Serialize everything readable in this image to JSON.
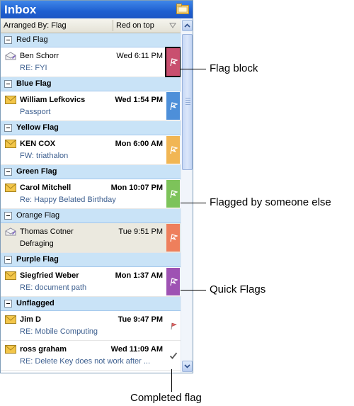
{
  "pane": {
    "title": "Inbox",
    "arranged_by": "Arranged By: Flag",
    "sort_order": "Red on top"
  },
  "groups": [
    {
      "label": "Red Flag",
      "bold": false,
      "messages": [
        {
          "sender": "Ben Schorr",
          "time": "Wed 6:11 PM",
          "subject": "RE: FYI",
          "flag_color": "#c94f6f",
          "icon": "read-envelope-icon",
          "unread": false,
          "subject_blue": true,
          "shaded": false,
          "flag_block": true
        }
      ]
    },
    {
      "label": "Blue Flag",
      "bold": true,
      "messages": [
        {
          "sender": "William Lefkovics",
          "time": "Wed 1:54 PM",
          "subject": "Passport",
          "flag_color": "#4d8fd9",
          "icon": "envelope-icon",
          "unread": true,
          "subject_blue": true,
          "shaded": false
        }
      ]
    },
    {
      "label": "Yellow Flag",
      "bold": true,
      "messages": [
        {
          "sender": "KEN COX",
          "time": "Mon 6:00 AM",
          "subject": "FW: triathalon",
          "flag_color": "#f1b654",
          "icon": "envelope-icon",
          "unread": true,
          "subject_blue": true,
          "shaded": false
        }
      ]
    },
    {
      "label": "Green Flag",
      "bold": true,
      "messages": [
        {
          "sender": "Carol Mitchell",
          "time": "Mon 10:07 PM",
          "subject": "Re: Happy Belated Birthday",
          "flag_color": "#7dc35a",
          "icon": "envelope-icon",
          "unread": true,
          "subject_blue": true,
          "shaded": false
        }
      ]
    },
    {
      "label": "Orange Flag",
      "bold": false,
      "messages": [
        {
          "sender": "Thomas Cotner",
          "time": "Tue 9:51 PM",
          "subject": "Defraging",
          "flag_color": "#ee7f5c",
          "icon": "read-envelope-icon",
          "unread": false,
          "subject_blue": false,
          "shaded": true
        }
      ]
    },
    {
      "label": "Purple Flag",
      "bold": true,
      "messages": [
        {
          "sender": "Siegfried Weber",
          "time": "Mon 1:37 AM",
          "subject": "RE: document path",
          "flag_color": "#9e52b3",
          "icon": "envelope-icon",
          "unread": true,
          "subject_blue": true,
          "shaded": false
        }
      ]
    },
    {
      "label": "Unflagged",
      "bold": true,
      "messages": [
        {
          "sender": "Jim D",
          "time": "Tue 9:47 PM",
          "subject": "RE: Mobile Computing",
          "flag_color": "",
          "flag_type": "empty",
          "icon": "envelope-icon",
          "unread": true,
          "subject_blue": true,
          "shaded": false
        },
        {
          "sender": "ross graham",
          "time": "Wed 11:09 AM",
          "subject": "RE: Delete Key does not work after ...",
          "flag_color": "",
          "flag_type": "completed",
          "icon": "envelope-icon",
          "unread": true,
          "subject_blue": true,
          "shaded": false
        }
      ]
    }
  ],
  "callouts": {
    "flag_block": "Flag block",
    "flagged_by_someone_else": "Flagged by someone else",
    "quick_flags": "Quick Flags",
    "completed_flag": "Completed flag"
  },
  "colors": {
    "title_bar": "#2a6fdb",
    "group_header": "#c9e3f7",
    "envelope": "#f3c64a"
  }
}
